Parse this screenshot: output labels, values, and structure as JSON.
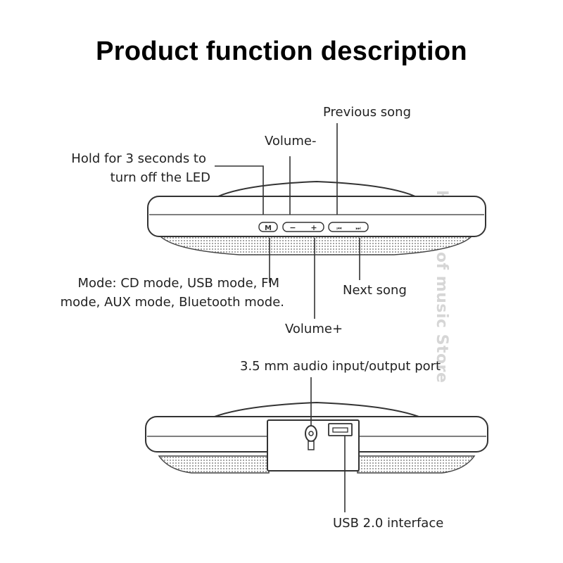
{
  "title": "Product function description",
  "watermark": "House of music Store",
  "top_view": {
    "labels": {
      "previous_song": "Previous song",
      "volume_minus": "Volume-",
      "led_line1": "Hold for 3 seconds to",
      "led_line2": "turn off the LED",
      "mode_line1": "Mode: CD mode, USB mode, FM",
      "mode_line2": "mode, AUX mode, Bluetooth mode.",
      "next_song": "Next song",
      "volume_plus": "Volume+"
    },
    "buttons": {
      "mode": "M",
      "minus": "−",
      "plus": "+",
      "prev": "⏮",
      "next": "⏭"
    }
  },
  "bottom_view": {
    "labels": {
      "audio_port": "3.5 mm audio input/output port",
      "usb_interface": "USB 2.0 interface"
    }
  }
}
